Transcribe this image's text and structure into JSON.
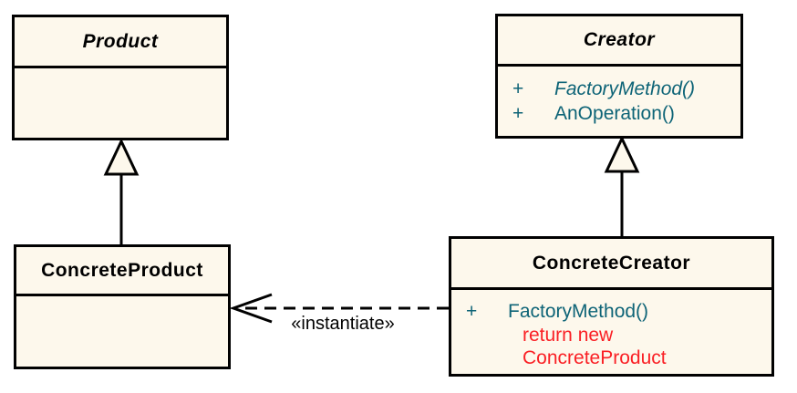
{
  "diagram": {
    "kind": "uml-class-diagram",
    "pattern": "Factory Method"
  },
  "colors": {
    "box_fill": "#FDF8EC",
    "border": "#010101",
    "title_text": "#000000",
    "method_text": "#0E6477",
    "annotation_text": "#FA2025",
    "background": "#FFFFFF"
  },
  "classes": {
    "product": {
      "name": "Product",
      "abstract": true,
      "methods": []
    },
    "creator": {
      "name": "Creator",
      "abstract": true,
      "methods": [
        {
          "visibility": "+",
          "name": "FactoryMethod()",
          "abstract": true
        },
        {
          "visibility": "+",
          "name": "AnOperation()",
          "abstract": false
        }
      ]
    },
    "concrete_product": {
      "name": "ConcreteProduct",
      "abstract": false,
      "methods": []
    },
    "concrete_creator": {
      "name": "ConcreteCreator",
      "abstract": false,
      "methods": [
        {
          "visibility": "+",
          "name": "FactoryMethod()",
          "abstract": false
        }
      ],
      "notes": [
        "return new",
        "ConcreteProduct"
      ]
    }
  },
  "relationships": [
    {
      "type": "generalization",
      "from": "ConcreteProduct",
      "to": "Product",
      "style": "solid",
      "arrowhead": "hollow-triangle"
    },
    {
      "type": "generalization",
      "from": "ConcreteCreator",
      "to": "Creator",
      "style": "solid",
      "arrowhead": "hollow-triangle"
    },
    {
      "type": "dependency",
      "from": "ConcreteCreator",
      "to": "ConcreteProduct",
      "style": "dashed",
      "arrowhead": "open",
      "stereotype": "«instantiate»"
    }
  ]
}
